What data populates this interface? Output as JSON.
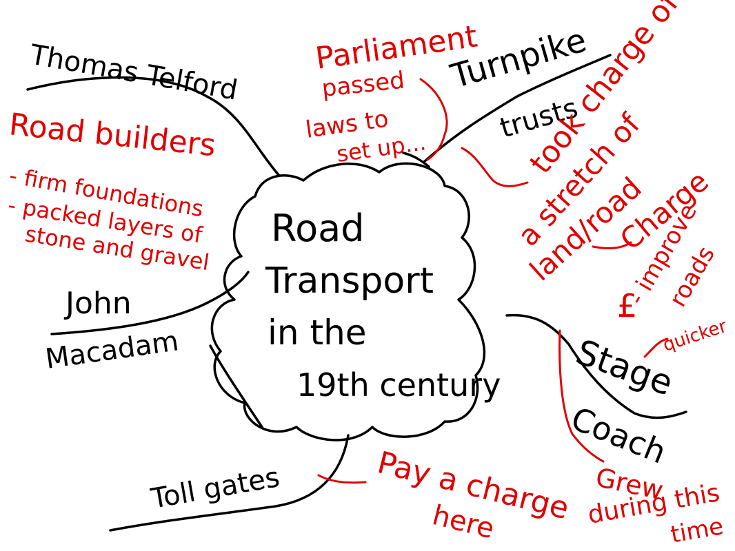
{
  "colors": {
    "black_ink": "#000000",
    "red_ink": "#e00000",
    "background": "#ffffff"
  },
  "center": {
    "line1": "Road",
    "line2": "Transport",
    "line3": "in the",
    "line4": "19th century"
  },
  "branches": {
    "telford": "Thomas Telford",
    "macadam_first": "John",
    "macadam_last": "Macadam",
    "turnpike": "Turnpike",
    "trusts": "trusts",
    "stage": "Stage",
    "coach": "Coach",
    "toll_gates": "Toll gates"
  },
  "notes": {
    "road_builders": "Road builders",
    "firm_foundations": "- firm foundations",
    "packed_layers": "- packed layers of",
    "stone_gravel": "stone and gravel",
    "parliament_1": "Parliament",
    "parliament_2": "passed",
    "parliament_3": "laws to",
    "parliament_4": "set up...",
    "took_charge_1": "took charge of",
    "took_charge_2": "a stretch of",
    "took_charge_3": "land/road",
    "charge": "Charge",
    "pound": "£",
    "improve_1": "- improve",
    "improve_2": "roads",
    "quicker": "quicker",
    "grew_1": "Grew",
    "grew_2": "during this",
    "grew_3": "time",
    "pay_1": "Pay a charge",
    "pay_2": "here"
  }
}
